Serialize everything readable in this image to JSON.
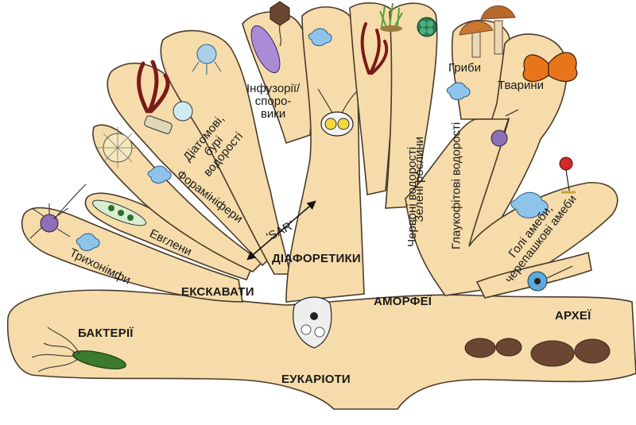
{
  "groups": {
    "bacteria": "БАКТЕРІЇ",
    "eukaryotes": "ЕУКАРІОТИ",
    "excavates": "ЕКСКАВАТИ",
    "diaphoretics": "ДІАФОРЕТИКИ",
    "amorphea": "АМОРФЕЇ",
    "archaea": "АРХЕЇ",
    "sar": "'SAR'"
  },
  "branches": {
    "trichonymphs": "Трихонімфи",
    "euglenids": "Евглени",
    "foraminifera": "Форамініфери",
    "diatoms": [
      "Діатомові,",
      "бурі",
      "водорості"
    ],
    "ciliates": [
      "Інфузорії/",
      "споро-",
      "вики"
    ],
    "red_algae": "Червоні водорості",
    "green_plants": "Зелені рослини",
    "glaucophytes": "Глаукофітові водорості",
    "fungi": "Гриби",
    "animals": "Тварини",
    "amoebae": [
      "Голі амеби,",
      "черепашкові амеби"
    ]
  },
  "colors": {
    "tree_fill": "#f6dcaa",
    "tree_stroke": "#4a3b2b",
    "label": "#1a1a1a",
    "red_alga": "#7a1a17",
    "archaea_cells": "#6b4633",
    "butterfly": "#e8741c",
    "mushroom": "#c9772f",
    "cyan_cell": "#5fa8d8"
  }
}
